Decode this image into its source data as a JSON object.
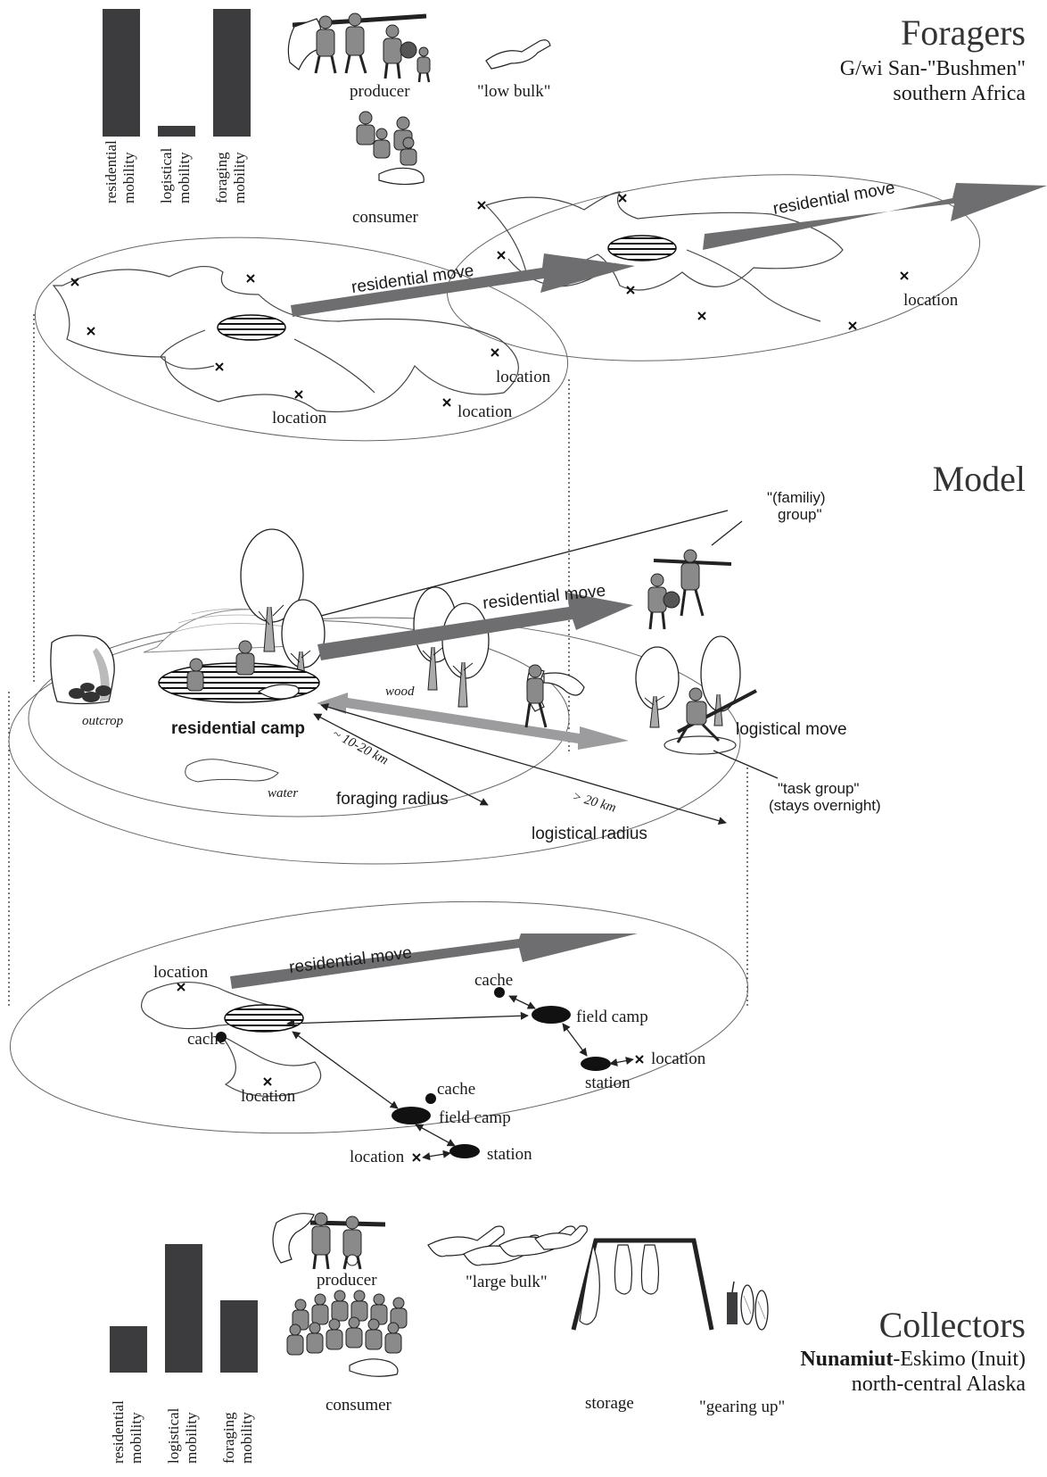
{
  "foragers": {
    "title": "Foragers",
    "subtitle_line1": "G/wi San-\"Bushmen\"",
    "subtitle_line2": "southern Africa",
    "bars": [
      {
        "label_line1": "residential",
        "label_line2": "mobility",
        "value": 0.9
      },
      {
        "label_line1": "logistical",
        "label_line2": "mobility",
        "value": 0.07
      },
      {
        "label_line1": "foraging",
        "label_line2": "mobility",
        "value": 0.9
      }
    ],
    "producer_label": "producer",
    "bulk_label": "\"low bulk\"",
    "consumer_label": "consumer"
  },
  "top_plane": {
    "residential_move_left": "residential move",
    "residential_move_right": "residential move",
    "locations": [
      "location",
      "location",
      "location",
      "location"
    ]
  },
  "model": {
    "title": "Model",
    "family_group_line1": "\"(familiy)",
    "family_group_line2": "group\"",
    "residential_move": "residential move",
    "wood": "wood",
    "outcrop": "outcrop",
    "residential_camp": "residential camp",
    "logistical_move": "logistical move",
    "distance_short": "~ 10-20 km",
    "distance_long": "> 20 km",
    "water": "water",
    "foraging_radius": "foraging radius",
    "logistical_radius": "logistical radius",
    "task_group_line1": "\"task group\"",
    "task_group_line2": "(stays overnight)"
  },
  "bottom_plane": {
    "residential_move": "residential move",
    "location_top": "location",
    "cache_left": "cache",
    "location_bottom": "location",
    "cache_right_top": "cache",
    "field_camp_right": "field camp",
    "location_right": "location",
    "station_right": "station",
    "cache_center": "cache",
    "field_camp_center": "field camp",
    "location_center": "location",
    "station_center": "station"
  },
  "collectors": {
    "title": "Collectors",
    "subtitle_line1_bold": "Nunamiut",
    "subtitle_line1_rest": "-Eskimo (Inuit)",
    "subtitle_line2": "north-central Alaska",
    "bars": [
      {
        "label_line1": "residential",
        "label_line2": "mobility",
        "value": 0.25
      },
      {
        "label_line1": "logistical",
        "label_line2": "mobility",
        "value": 0.72
      },
      {
        "label_line1": "foraging",
        "label_line2": "mobility",
        "value": 0.4
      }
    ],
    "producer_label": "producer",
    "bulk_label": "\"large bulk\"",
    "consumer_label": "consumer",
    "storage_label": "storage",
    "gearing_label": "\"gearing up\""
  },
  "colors": {
    "bar": "#3c3c3f",
    "arrow_dark": "#6e6e70",
    "arrow_light": "#9c9c9e",
    "camp_fill": "#222222"
  }
}
